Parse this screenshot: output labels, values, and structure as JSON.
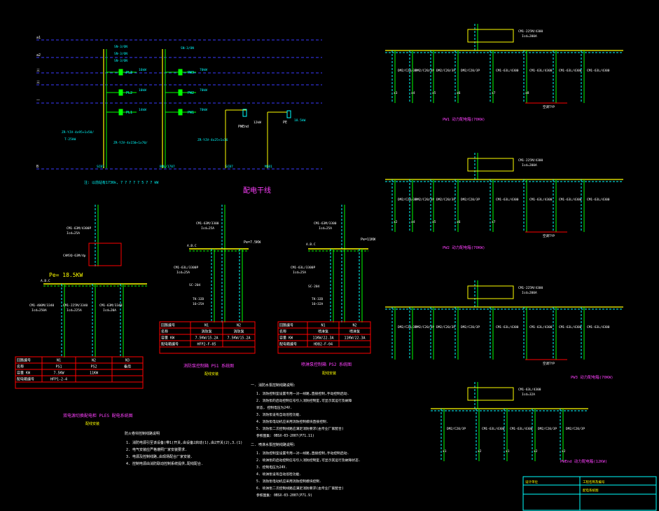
{
  "colors": {
    "background": "#000000",
    "cyan": "#00ffff",
    "yellow": "#ffff00",
    "green": "#00ff00",
    "red": "#ff0000",
    "blue": "#3a3aff",
    "white": "#ffffff",
    "magenta": "#ff40ff"
  },
  "top_schematic": {
    "bus_labels": [
      "a1",
      "a2",
      "三",
      "三",
      "一",
      "B"
    ],
    "sw_labels": [
      "SN-3/ON",
      "SN-3/ON",
      "SN-3/ON"
    ],
    "branch_labels": [
      "PL3",
      "PL2",
      "PL1",
      "PW3",
      "PW2",
      "PW1",
      "PWEnd",
      "PE"
    ],
    "branch_power": [
      "16kW",
      "10kW",
      "14kW",
      "70kW",
      "70kW",
      "70kW",
      "12kW",
      "18.5kW"
    ],
    "cable_labels": [
      "ZR-YJV-4x95+1x50/",
      "T-25kW",
      "ZR-YJV-4x150+1x70/",
      "ZR-YJV-4x25+1x16"
    ],
    "bottom_labels": [
      "SCB7",
      "BML/1707",
      "SCB7",
      "MSB1"
    ],
    "note": "注: 以前站有1736k, 7 7 7 7 7 5 7 7 kW"
  },
  "center_title": "配电干线",
  "ples_panel": {
    "breakers": [
      "CM1-63M/4300P",
      "Icd=25A",
      "CAM3Q-63M/4p",
      "CM1-400M/3340",
      "Icd=250A",
      "CM1-225M/3340",
      "Icd=225A",
      "CM1-63M/3340",
      "Icd=20A"
    ],
    "pe_label": "Pe= 18.5KW",
    "abc": "A.B.C",
    "table_headers": [
      "回路编号",
      "N1",
      "N2",
      "N3"
    ],
    "table_rows": [
      [
        "名称",
        "PS1",
        "PS2",
        "备用"
      ],
      [
        "容量   KW",
        "7.5KW",
        "11KW",
        ""
      ],
      [
        "配电箱编号",
        "HFP1-2-4"
      ]
    ],
    "title": "双电源切换配电柜 PLES  配电系统图",
    "subtitle": "配线安装"
  },
  "ps1_panel": {
    "breakers": [
      "CM1-63M/3300",
      "Icd=25A",
      "CM1-63L/3300P",
      "Icd=25A",
      "SC-204",
      "TK-32D",
      "16~25A"
    ],
    "pe_label": "Pe=7.5KW",
    "abc": "A.B.C",
    "table_headers": [
      "回路编号",
      "N1",
      "N2"
    ],
    "table_rows": [
      [
        "名称",
        "消防泵",
        "消防泵"
      ],
      [
        "容量   KW",
        "7.5KW/15.2A",
        "7.5KW/15.2A"
      ],
      [
        "配电箱编号",
        "HFP2-F-05",
        ""
      ]
    ],
    "title": "消防泵控制箱 PS1 系统图",
    "subtitle": "配线安装"
  },
  "ps2_panel": {
    "breakers": [
      "CM1-63M/3300",
      "Icd=25A",
      "CM1-63L/3300P",
      "Icd=25A",
      "SC-204",
      "TK-32D",
      "16~32A"
    ],
    "pe_label": "Pe=11KW",
    "abc": "A.B.C",
    "table_headers": [
      "回路编号",
      "N1",
      "N2"
    ],
    "table_rows": [
      [
        "名称",
        "喷淋泵",
        "喷淋泵"
      ],
      [
        "容量   KW",
        "11KW/22.3A",
        "11KW/22.3A"
      ],
      [
        "配电箱编号",
        "HDB2-F-04",
        ""
      ]
    ],
    "title": "喷淋泵控制箱 PS2 系统图",
    "subtitle": "配线安装"
  },
  "right_panels": [
    {
      "top_breaker": "CM1-225M/4300",
      "top_breaker2": "Icd=200A",
      "branches": [
        "DM2/C20/3P",
        "DM2/C20/3P",
        "DM2/C20/3P",
        "DM2/C20/3P",
        "CM1-63L/4300",
        "CM1-63L/4300",
        "CM1-63L/4300",
        "CM1-63L/4300"
      ],
      "bottom_labels": [
        "x3",
        "x4",
        "x5",
        "x6",
        "x7",
        "x8"
      ],
      "tap": "空调TYP",
      "label": "PW1   动力配电箱(70KW)"
    },
    {
      "top_breaker": "CM1-225M/4300",
      "top_breaker2": "Icd=200A",
      "branches": [
        "DM2/C20/3P",
        "DM2/C20/3P",
        "DM2/C20/3P",
        "DM2/C20/3P",
        "CM1-63L/4300",
        "CM1-63L/4300",
        "CM1-63L/4300",
        "CM1-63L/4300"
      ],
      "bottom_labels": [
        "x2",
        "x4",
        "x5",
        "x6",
        "x7"
      ],
      "tap": "空调TYP",
      "label": "PW2   动力配电箱(70KW)"
    },
    {
      "top_breaker": "CM1-225M/4300",
      "top_breaker2": "Icd=200A",
      "branches": [
        "DM2/C20/3P",
        "DM2/C20/3P",
        "DM2/C20/3P",
        "DM2/C20/3P",
        "CM1-63L/4300",
        "CM1-63L/4300",
        "CM1-63L/4300",
        "CM1-63L/4300"
      ],
      "bottom_labels": [],
      "tap": "空调TYP",
      "label": "PW3   动力配电箱(70KW)"
    },
    {
      "top_breaker": "CM1-63L/4300",
      "top_breaker2": "Icd=32A",
      "branches": [
        "DM2/C20/3P",
        "CM1-63L/4300",
        "CM1-63L/4300",
        "DM2/C20/3P",
        "DM2/C20/3P"
      ],
      "bottom_labels": [
        "x1",
        "x2",
        "x1",
        "x2",
        "x2"
      ],
      "tap": "",
      "label": "PWEnd   动力配电箱(12KW)"
    }
  ],
  "notes_left": {
    "title": "防火卷帘控制线路说明",
    "items": [
      "1. 消防电源引至该设备(带1)开关,由设备2启动(1),由2开关(2),3.(1)",
      "2. 电气安装应严格遵照厂家安装要求.",
      "3. 电源及控制线路,由现场配合厂家安装.",
      "4. 控制电源由消防联动控制系统提供,配线配合.",
      ""
    ]
  },
  "notes_right": {
    "sec1": "一. 消防水泵控制线路说明:",
    "items1": [
      "1. 消防控制室设置专用一对一线路,直接控制,手动控制启动.",
      "2. 消防泵的启动控制信号引入消防控制室,可显示其运行及故障",
      "   状态, 控制电压为24V.",
      "3. 消防泵设有自动巡检功能.",
      "4. 消防泵电动机应采用消防控制模块直接控制.",
      "5. 消防泵二次控制线路应满足消防要求(由专业厂家配合)",
      "   参照图集: 0BSX-03-2007(P71.11)"
    ],
    "sec2": "二. 喷淋水泵控制线路说明:",
    "items2": [
      "1. 消防控制室设置专用一对一线路,直接控制,手动控制启动.",
      "2. 喷淋泵的启动控制信号引入消防控制室,可显示其运行及故障状态.",
      "3. 控制电压为24V.",
      "4. 喷淋泵设有自动巡检功能.",
      "5. 消防泵电动机应采用消防控制模块控制.",
      "6. 喷淋泵二次控制线路应满足消防要求(由专业厂家配合)",
      "   参照图集: 0BSX-03-2007(P71.9)"
    ]
  },
  "title_block": {
    "cell1": "设计单位",
    "cell2": "工程名称及编号",
    "cell3": "配电系统图"
  }
}
